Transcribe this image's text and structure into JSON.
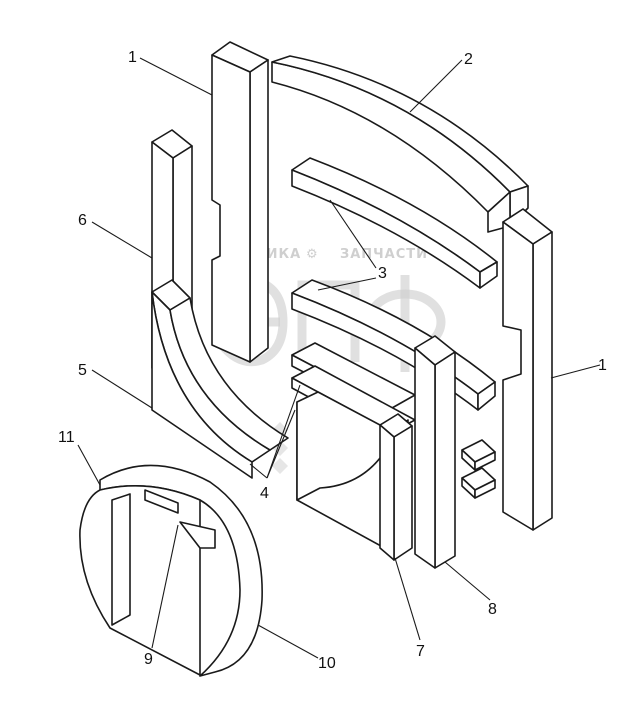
{
  "watermark": {
    "text_left": "ТЕХНИКА",
    "text_right": "ЗАПЧАСТИ",
    "gear_glyph": "⚙",
    "icon": "epf-logo-icon",
    "color": "#c8c8c8"
  },
  "callouts": [
    {
      "id": "callout-1-top",
      "label": "1"
    },
    {
      "id": "callout-2",
      "label": "2"
    },
    {
      "id": "callout-3",
      "label": "3"
    },
    {
      "id": "callout-6",
      "label": "6"
    },
    {
      "id": "callout-1-right",
      "label": "1"
    },
    {
      "id": "callout-5",
      "label": "5"
    },
    {
      "id": "callout-11",
      "label": "11"
    },
    {
      "id": "callout-4",
      "label": "4"
    },
    {
      "id": "callout-8",
      "label": "8"
    },
    {
      "id": "callout-9",
      "label": "9"
    },
    {
      "id": "callout-7",
      "label": "7"
    },
    {
      "id": "callout-10",
      "label": "10"
    }
  ],
  "colors": {
    "line": "#1a1a1a",
    "background": "#ffffff"
  }
}
